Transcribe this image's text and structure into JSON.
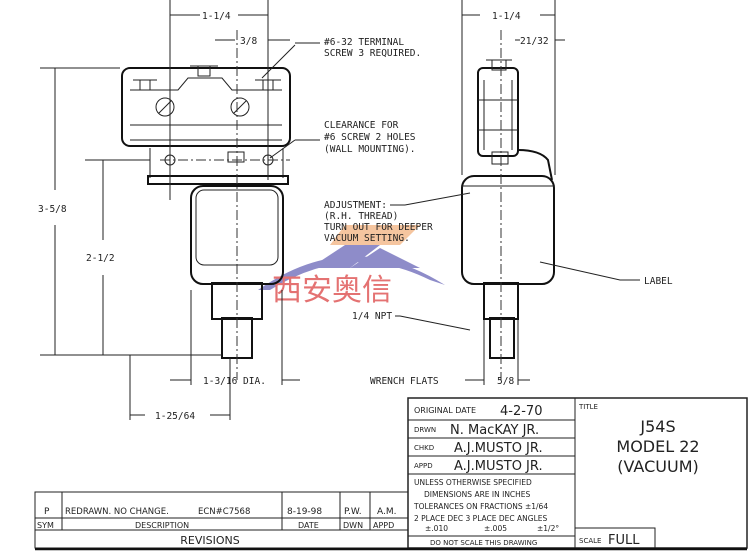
{
  "dimensions": {
    "front_width": "1-1/4",
    "terminal_offset": "3/8",
    "overall_height": "3-5/8",
    "body_height": "2-1/2",
    "body_dia": "1-3/16 DIA.",
    "mount_offset": "1-25/64",
    "side_width": "1-1/4",
    "side_offset": "21/32",
    "wrench_flats_label": "WRENCH FLATS",
    "wrench_flats": "5/8"
  },
  "notes": {
    "terminal": [
      "#6-32 TERMINAL",
      "SCREW 3 REQUIRED."
    ],
    "clearance": [
      "CLEARANCE FOR",
      "#6 SCREW 2 HOLES",
      "(WALL MOUNTING)."
    ],
    "adjustment": [
      "ADJUSTMENT:",
      "(R.H. THREAD)",
      "TURN OUT FOR DEEPER",
      "VACUUM SETTING."
    ],
    "npt": "1/4 NPT",
    "label": "LABEL"
  },
  "title_block": {
    "original_date_label": "ORIGINAL DATE",
    "original_date": "4-2-70",
    "drwn_label": "DRWN",
    "drwn": "N. MacKAY JR.",
    "chkd_label": "CHKD",
    "chkd": "A.J.MUSTO JR.",
    "appd_label": "APPD",
    "appd": "A.J.MUSTO JR.",
    "tolerance_notes": [
      "UNLESS OTHERWISE SPECIFIED",
      "DIMENSIONS ARE IN INCHES",
      "TOLERANCES ON FRACTIONS ±1/64",
      "2 PLACE DEC 3 PLACE DEC ANGLES"
    ],
    "tolerances": [
      "±.010",
      "±.005",
      "±1/2°"
    ],
    "do_not_scale": "DO NOT SCALE THIS DRAWING",
    "title_label": "TITLE",
    "title_lines": [
      "J54S",
      "MODEL 22",
      "(VACUUM)"
    ],
    "scale_label": "SCALE",
    "scale": "FULL"
  },
  "revisions": {
    "row": {
      "sym": "P",
      "description": "REDRAWN. NO CHANGE.",
      "ecn": "ECN#C7568",
      "date": "8-19-98",
      "dwn": "P.W.",
      "appd": "A.M."
    },
    "headers": {
      "sym": "SYM",
      "description": "DESCRIPTION",
      "date": "DATE",
      "dwn": "DWN",
      "appd": "APPD"
    },
    "title": "REVISIONS"
  },
  "watermark": {
    "text": "西安奥信",
    "colors": {
      "arc": "#7b78c0",
      "orange": "#f0a060",
      "red": "#e05a5a"
    }
  }
}
